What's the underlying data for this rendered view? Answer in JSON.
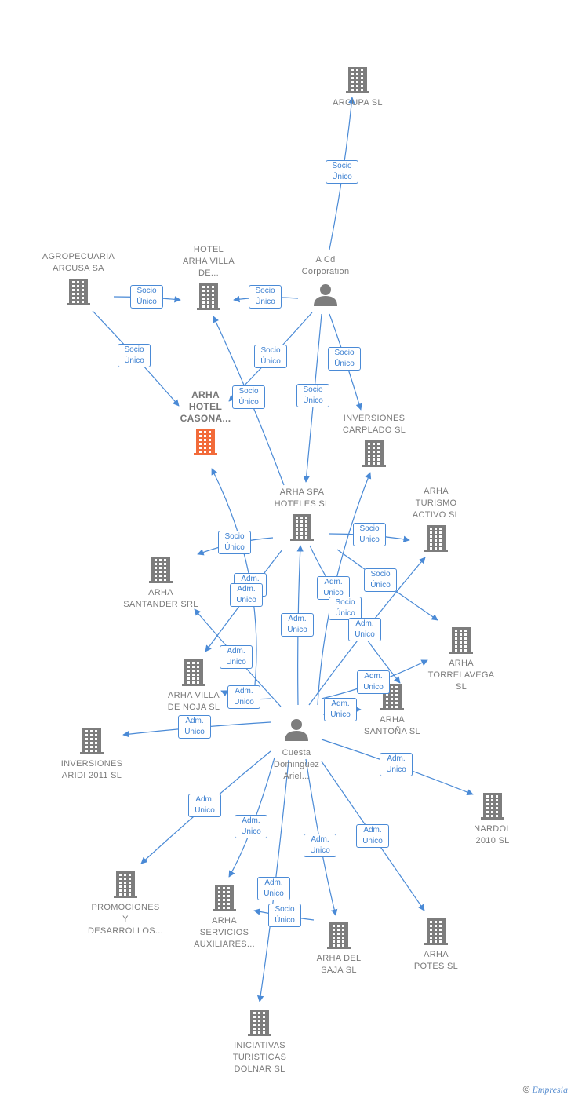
{
  "colors": {
    "edge": "#4a8ad6",
    "building": "#7d7d7d",
    "focus_building": "#f26b3a",
    "person": "#7d7d7d"
  },
  "nodes": [
    {
      "id": "arcupa",
      "type": "company",
      "lines": [
        "ARCUPA SL"
      ]
    },
    {
      "id": "acd",
      "type": "person",
      "lines": [
        "A Cd",
        "Corporation"
      ]
    },
    {
      "id": "agro",
      "type": "company",
      "lines": [
        "AGROPECUARIA",
        "ARCUSA SA"
      ]
    },
    {
      "id": "hotelarha",
      "type": "company",
      "lines": [
        "HOTEL",
        "ARHA VILLA",
        "DE..."
      ]
    },
    {
      "id": "casona",
      "type": "focus",
      "lines": [
        "ARHA",
        "HOTEL",
        "CASONA..."
      ]
    },
    {
      "id": "carplado",
      "type": "company",
      "lines": [
        "INVERSIONES",
        "CARPLADO  SL"
      ]
    },
    {
      "id": "spa",
      "type": "company",
      "lines": [
        "ARHA SPA",
        "HOTELES SL"
      ]
    },
    {
      "id": "turismo",
      "type": "company",
      "lines": [
        "ARHA",
        "TURISMO",
        "ACTIVO  SL"
      ]
    },
    {
      "id": "santander",
      "type": "company",
      "lines": [
        "ARHA",
        "SANTANDER SRL"
      ]
    },
    {
      "id": "torrelavega",
      "type": "company",
      "lines": [
        "ARHA",
        "TORRELAVEGA",
        "SL"
      ]
    },
    {
      "id": "noja",
      "type": "company",
      "lines": [
        "ARHA VILLA",
        "DE NOJA  SL"
      ]
    },
    {
      "id": "santona",
      "type": "company",
      "lines": [
        "ARHA",
        "SANTOÑA  SL"
      ]
    },
    {
      "id": "aridi",
      "type": "company",
      "lines": [
        "INVERSIONES",
        "ARIDI 2011 SL"
      ]
    },
    {
      "id": "cuesta",
      "type": "person",
      "lines": [
        "Cuesta",
        "Dominguez",
        "Ariel..."
      ]
    },
    {
      "id": "nardol",
      "type": "company",
      "lines": [
        "NARDOL",
        "2010  SL"
      ]
    },
    {
      "id": "promociones",
      "type": "company",
      "lines": [
        "PROMOCIONES",
        "Y",
        "DESARROLLOS..."
      ]
    },
    {
      "id": "servicios",
      "type": "company",
      "lines": [
        "ARHA",
        "SERVICIOS",
        "AUXILIARES..."
      ]
    },
    {
      "id": "saja",
      "type": "company",
      "lines": [
        "ARHA DEL",
        "SAJA SL"
      ]
    },
    {
      "id": "potes",
      "type": "company",
      "lines": [
        "ARHA",
        "POTES SL"
      ]
    },
    {
      "id": "dolnar",
      "type": "company",
      "lines": [
        "INICIATIVAS",
        "TURISTICAS",
        "DOLNAR SL"
      ]
    }
  ],
  "edges": [
    {
      "from": "acd",
      "to": "arcupa",
      "label": [
        "Socio",
        "Único"
      ]
    },
    {
      "from": "agro",
      "to": "hotelarha",
      "label": [
        "Socio",
        "Único"
      ]
    },
    {
      "from": "acd",
      "to": "hotelarha",
      "label": [
        "Socio",
        "Único"
      ]
    },
    {
      "from": "agro",
      "to": "casona",
      "label": [
        "Socio",
        "Único"
      ]
    },
    {
      "from": "acd",
      "to": "casona",
      "label": [
        "Socio",
        "Único"
      ]
    },
    {
      "from": "spa",
      "to": "hotelarha",
      "label": [
        "Socio",
        "Único"
      ]
    },
    {
      "from": "acd",
      "to": "spa",
      "label": [
        "Socio",
        "Único"
      ]
    },
    {
      "from": "acd",
      "to": "carplado",
      "label": [
        "Socio",
        "Único"
      ]
    },
    {
      "from": "spa",
      "to": "turismo",
      "label": [
        "Socio",
        "Único"
      ]
    },
    {
      "from": "spa",
      "to": "santander",
      "label": [
        "Socio",
        "Único"
      ]
    },
    {
      "from": "cuesta",
      "to": "casona",
      "label": [
        "Adm.",
        "Unico"
      ]
    },
    {
      "from": "cuesta",
      "to": "carplado",
      "label": [
        "Adm.",
        "Unico"
      ]
    },
    {
      "from": "spa",
      "to": "torrelavega",
      "label": [
        "Socio",
        "Único"
      ]
    },
    {
      "from": "spa",
      "to": "santona",
      "label": [
        "Socio",
        "Único"
      ]
    },
    {
      "from": "cuesta",
      "to": "spa",
      "label": [
        "Adm.",
        "Unico"
      ]
    },
    {
      "from": "cuesta",
      "to": "turismo",
      "label": [
        "Adm.",
        "Unico"
      ]
    },
    {
      "from": "cuesta",
      "to": "santander",
      "label": [
        "Adm.",
        "Unico"
      ]
    },
    {
      "from": "spa",
      "to": "noja",
      "label": [
        "Adm.",
        "Unico"
      ]
    },
    {
      "from": "cuesta",
      "to": "noja",
      "label": [
        "Adm.",
        "Unico"
      ]
    },
    {
      "from": "cuesta",
      "to": "torrelavega",
      "label": [
        "Adm.",
        "Unico"
      ]
    },
    {
      "from": "cuesta",
      "to": "santona",
      "label": [
        "Adm.",
        "Unico"
      ]
    },
    {
      "from": "cuesta",
      "to": "aridi",
      "label": [
        "Adm.",
        "Unico"
      ]
    },
    {
      "from": "cuesta",
      "to": "nardol",
      "label": [
        "Adm.",
        "Unico"
      ]
    },
    {
      "from": "cuesta",
      "to": "promociones",
      "label": [
        "Adm.",
        "Unico"
      ]
    },
    {
      "from": "cuesta",
      "to": "servicios",
      "label": [
        "Adm.",
        "Unico"
      ]
    },
    {
      "from": "cuesta",
      "to": "saja",
      "label": [
        "Adm.",
        "Unico"
      ]
    },
    {
      "from": "cuesta",
      "to": "potes",
      "label": [
        "Adm.",
        "Unico"
      ]
    },
    {
      "from": "cuesta",
      "to": "dolnar",
      "label": [
        "Adm.",
        "Unico"
      ]
    },
    {
      "from": "saja",
      "to": "servicios",
      "label": [
        "Socio",
        "Único"
      ]
    }
  ],
  "footer": {
    "copyright": "©",
    "brand": "Empresia"
  }
}
